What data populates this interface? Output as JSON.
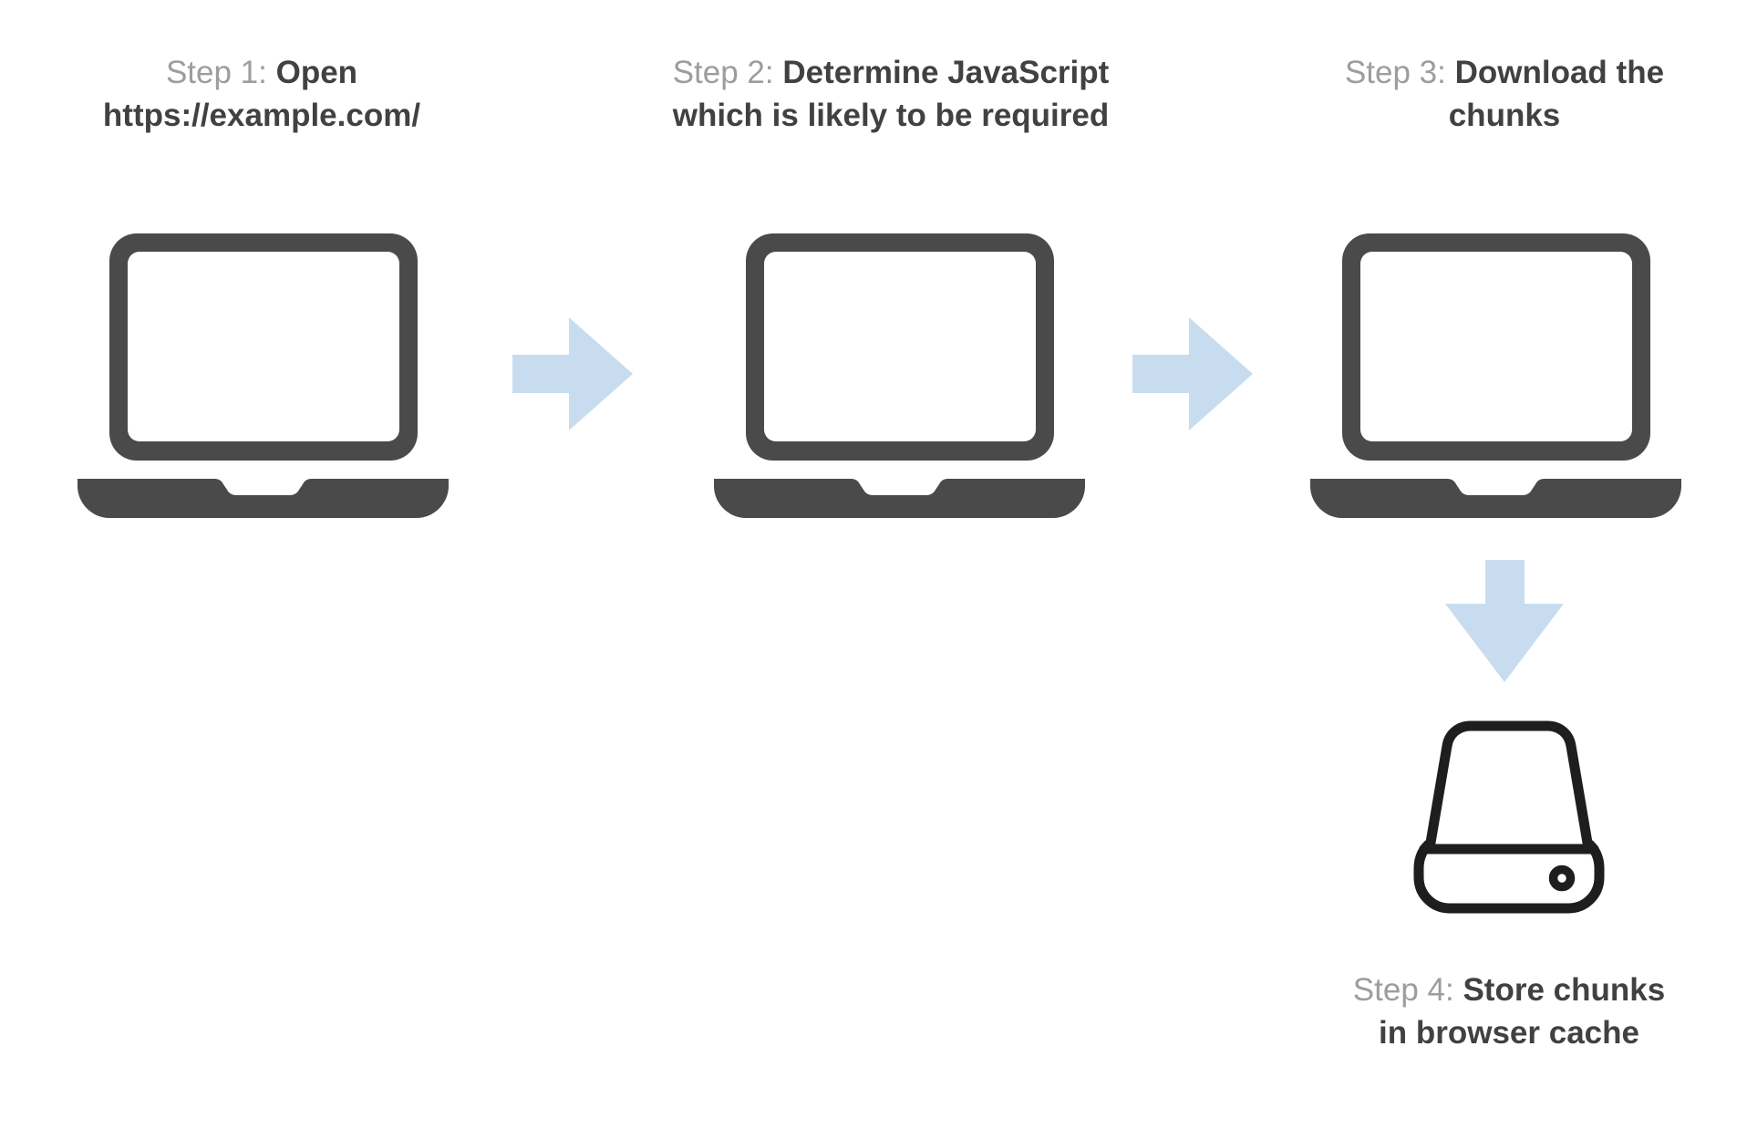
{
  "diagram": {
    "background_color": "#ffffff",
    "colors": {
      "laptop_fill": "#4a4a4a",
      "arrow_blue": "#c7ddef",
      "hard_drive_stroke": "#1e1e1e",
      "step_prefix_text": "#9d9d9d",
      "step_title_text": "#414141"
    },
    "steps": [
      {
        "prefix": "Step 1:",
        "title": "Open https://example.com/",
        "title_line1": "Open",
        "title_line2": "https://example.com/",
        "icon": "laptop-icon"
      },
      {
        "prefix": "Step 2:",
        "title": "Determine JavaScript which is likely to be required",
        "title_line1": "Determine JavaScript",
        "title_line2": "which is likely to be required",
        "icon": "laptop-icon"
      },
      {
        "prefix": "Step 3:",
        "title": "Download the chunks",
        "title_line1": "Download the",
        "title_line2": "chunks",
        "icon": "laptop-icon"
      },
      {
        "prefix": "Step 4:",
        "title": "Store chunks in browser cache",
        "title_line1": "Store chunks",
        "title_line2": "in browser cache",
        "icon": "hard-drive-icon"
      }
    ],
    "connectors": [
      {
        "from": "step-1",
        "to": "step-2",
        "direction": "right",
        "color": "#c7ddef"
      },
      {
        "from": "step-2",
        "to": "step-3",
        "direction": "right",
        "color": "#c7ddef"
      },
      {
        "from": "step-3",
        "to": "step-4",
        "direction": "down",
        "color": "#c7ddef"
      }
    ]
  }
}
